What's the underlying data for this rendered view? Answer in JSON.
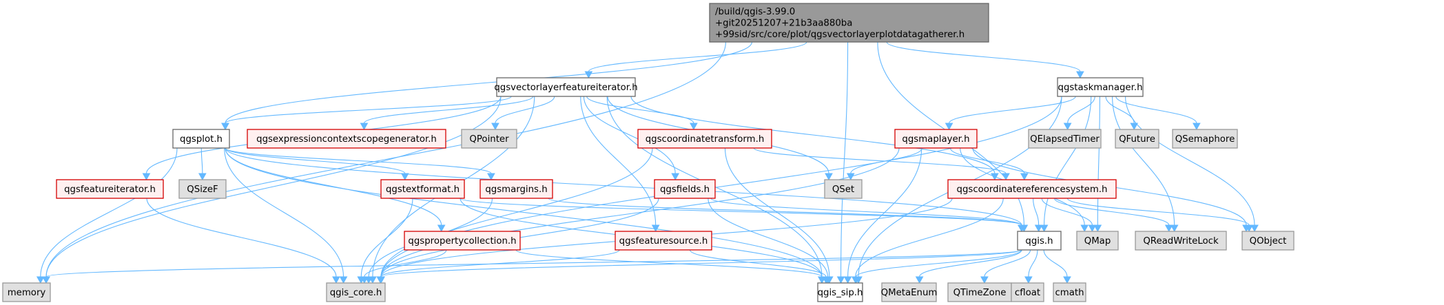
{
  "diagram": {
    "type": "include-dependency-graph",
    "colors": {
      "edge": "#63b8ff",
      "root_fill": "#999999",
      "plain_fill": "#ffffff",
      "system_fill": "#e0e0e0",
      "truncated_fill": "#fff0f0",
      "truncated_border": "#d40000"
    },
    "nodes": [
      {
        "id": "root",
        "kind": "root",
        "lines": [
          "/build/qgis-3.99.0",
          "+git20251207+21b3aa880ba",
          "+99sid/src/core/plot/qgsvectorlayerplotdatagatherer.h"
        ]
      },
      {
        "id": "qgsvectorlayerfeatureiterator",
        "kind": "plain",
        "lines": [
          "qgsvectorlayerfeatureiterator.h"
        ]
      },
      {
        "id": "qgstaskmanager",
        "kind": "plain",
        "lines": [
          "qgstaskmanager.h"
        ]
      },
      {
        "id": "qgsplot",
        "kind": "plain",
        "lines": [
          "qgsplot.h"
        ]
      },
      {
        "id": "qgsexpressioncontextscopegenerator",
        "kind": "red",
        "lines": [
          "qgsexpressioncontextscopegenerator.h"
        ]
      },
      {
        "id": "QPointer",
        "kind": "sys",
        "lines": [
          "QPointer"
        ]
      },
      {
        "id": "qgscoordinatetransform",
        "kind": "red",
        "lines": [
          "qgscoordinatetransform.h"
        ]
      },
      {
        "id": "qgsmaplayer",
        "kind": "red",
        "lines": [
          "qgsmaplayer.h"
        ]
      },
      {
        "id": "QElapsedTimer",
        "kind": "sys",
        "lines": [
          "QElapsedTimer"
        ]
      },
      {
        "id": "QFuture",
        "kind": "sys",
        "lines": [
          "QFuture"
        ]
      },
      {
        "id": "QSemaphore",
        "kind": "sys",
        "lines": [
          "QSemaphore"
        ]
      },
      {
        "id": "qgsfeatureiterator",
        "kind": "red",
        "lines": [
          "qgsfeatureiterator.h"
        ]
      },
      {
        "id": "QSizeF",
        "kind": "sys",
        "lines": [
          "QSizeF"
        ]
      },
      {
        "id": "qgstextformat",
        "kind": "red",
        "lines": [
          "qgstextformat.h"
        ]
      },
      {
        "id": "qgsmargins",
        "kind": "red",
        "lines": [
          "qgsmargins.h"
        ]
      },
      {
        "id": "qgsfields",
        "kind": "red",
        "lines": [
          "qgsfields.h"
        ]
      },
      {
        "id": "QSet",
        "kind": "sys",
        "lines": [
          "QSet"
        ]
      },
      {
        "id": "qgscoordinatereferencesystem",
        "kind": "red",
        "lines": [
          "qgscoordinatereferencesystem.h"
        ]
      },
      {
        "id": "qgspropertycollection",
        "kind": "red",
        "lines": [
          "qgspropertycollection.h"
        ]
      },
      {
        "id": "qgsfeaturesource",
        "kind": "red",
        "lines": [
          "qgsfeaturesource.h"
        ]
      },
      {
        "id": "qgis",
        "kind": "plain",
        "lines": [
          "qgis.h"
        ]
      },
      {
        "id": "QMap",
        "kind": "sys",
        "lines": [
          "QMap"
        ]
      },
      {
        "id": "QReadWriteLock",
        "kind": "sys",
        "lines": [
          "QReadWriteLock"
        ]
      },
      {
        "id": "QObject",
        "kind": "sys",
        "lines": [
          "QObject"
        ]
      },
      {
        "id": "memory",
        "kind": "sys",
        "lines": [
          "memory"
        ]
      },
      {
        "id": "qgis_core",
        "kind": "sys",
        "lines": [
          "qgis_core.h"
        ]
      },
      {
        "id": "qgis_sip",
        "kind": "plain",
        "lines": [
          "qgis_sip.h"
        ]
      },
      {
        "id": "QMetaEnum",
        "kind": "sys",
        "lines": [
          "QMetaEnum"
        ]
      },
      {
        "id": "QTimeZone",
        "kind": "sys",
        "lines": [
          "QTimeZone"
        ]
      },
      {
        "id": "cfloat",
        "kind": "sys",
        "lines": [
          "cfloat"
        ]
      },
      {
        "id": "cmath",
        "kind": "sys",
        "lines": [
          "cmath"
        ]
      }
    ],
    "edges": [
      [
        "root",
        "qgsvectorlayerfeatureiterator"
      ],
      [
        "root",
        "qgstaskmanager"
      ],
      [
        "root",
        "qgsplot"
      ],
      [
        "root",
        "memory"
      ],
      [
        "root",
        "qgis_sip"
      ],
      [
        "root",
        "qgis"
      ],
      [
        "qgsvectorlayerfeatureiterator",
        "qgsplot"
      ],
      [
        "qgsvectorlayerfeatureiterator",
        "qgsexpressioncontextscopegenerator"
      ],
      [
        "qgsvectorlayerfeatureiterator",
        "QPointer"
      ],
      [
        "qgsvectorlayerfeatureiterator",
        "qgscoordinatetransform"
      ],
      [
        "qgsvectorlayerfeatureiterator",
        "qgsfeatureiterator"
      ],
      [
        "qgsvectorlayerfeatureiterator",
        "qgsfields"
      ],
      [
        "qgsvectorlayerfeatureiterator",
        "QSet"
      ],
      [
        "qgsvectorlayerfeatureiterator",
        "qgscoordinatereferencesystem"
      ],
      [
        "qgsvectorlayerfeatureiterator",
        "qgsfeaturesource"
      ],
      [
        "qgsvectorlayerfeatureiterator",
        "qgis_core"
      ],
      [
        "qgsvectorlayerfeatureiterator",
        "qgis_sip"
      ],
      [
        "qgsvectorlayerfeatureiterator",
        "memory"
      ],
      [
        "qgstaskmanager",
        "qgsmaplayer"
      ],
      [
        "qgstaskmanager",
        "QElapsedTimer"
      ],
      [
        "qgstaskmanager",
        "QFuture"
      ],
      [
        "qgstaskmanager",
        "QSemaphore"
      ],
      [
        "qgstaskmanager",
        "qgis_core"
      ],
      [
        "qgstaskmanager",
        "qgis_sip"
      ],
      [
        "qgstaskmanager",
        "QReadWriteLock"
      ],
      [
        "qgstaskmanager",
        "QObject"
      ],
      [
        "qgstaskmanager",
        "qgis"
      ],
      [
        "qgstaskmanager",
        "QMap"
      ],
      [
        "qgsplot",
        "QSizeF"
      ],
      [
        "qgsplot",
        "qgstextformat"
      ],
      [
        "qgsplot",
        "qgsmargins"
      ],
      [
        "qgsplot",
        "qgspropertycollection"
      ],
      [
        "qgsplot",
        "qgis_core"
      ],
      [
        "qgsplot",
        "qgis_sip"
      ],
      [
        "qgsplot",
        "qgis"
      ],
      [
        "qgsplot",
        "memory"
      ],
      [
        "qgscoordinatetransform",
        "qgscoordinatereferencesystem"
      ],
      [
        "qgscoordinatetransform",
        "qgis_core"
      ],
      [
        "qgscoordinatetransform",
        "qgis_sip"
      ],
      [
        "qgsmaplayer",
        "QSet"
      ],
      [
        "qgsmaplayer",
        "qgscoordinatereferencesystem"
      ],
      [
        "qgsmaplayer",
        "qgis_core"
      ],
      [
        "qgsmaplayer",
        "qgis_sip"
      ],
      [
        "qgsmaplayer",
        "QMap"
      ],
      [
        "qgsmaplayer",
        "QObject"
      ],
      [
        "qgsfeatureiterator",
        "qgis_core"
      ],
      [
        "qgstextformat",
        "qgis_core"
      ],
      [
        "qgstextformat",
        "qgis_sip"
      ],
      [
        "qgstextformat",
        "qgis"
      ],
      [
        "qgsmargins",
        "qgis_core"
      ],
      [
        "qgsmargins",
        "qgis"
      ],
      [
        "qgsfields",
        "qgis_core"
      ],
      [
        "qgsfields",
        "qgis_sip"
      ],
      [
        "qgsfields",
        "qgis"
      ],
      [
        "qgscoordinatereferencesystem",
        "qgis"
      ],
      [
        "qgscoordinatereferencesystem",
        "QMap"
      ],
      [
        "qgscoordinatereferencesystem",
        "QReadWriteLock"
      ],
      [
        "qgscoordinatereferencesystem",
        "QObject"
      ],
      [
        "qgscoordinatereferencesystem",
        "qgis_core"
      ],
      [
        "qgscoordinatereferencesystem",
        "qgis_sip"
      ],
      [
        "qgspropertycollection",
        "qgis_core"
      ],
      [
        "qgspropertycollection",
        "qgis_sip"
      ],
      [
        "qgsfeaturesource",
        "qgis_core"
      ],
      [
        "qgsfeaturesource",
        "qgis_sip"
      ],
      [
        "qgis",
        "qgis_core"
      ],
      [
        "qgis",
        "qgis_sip"
      ],
      [
        "qgis",
        "QMetaEnum"
      ],
      [
        "qgis",
        "QTimeZone"
      ],
      [
        "qgis",
        "cfloat"
      ],
      [
        "qgis",
        "cmath"
      ],
      [
        "qgis",
        "memory"
      ]
    ]
  }
}
